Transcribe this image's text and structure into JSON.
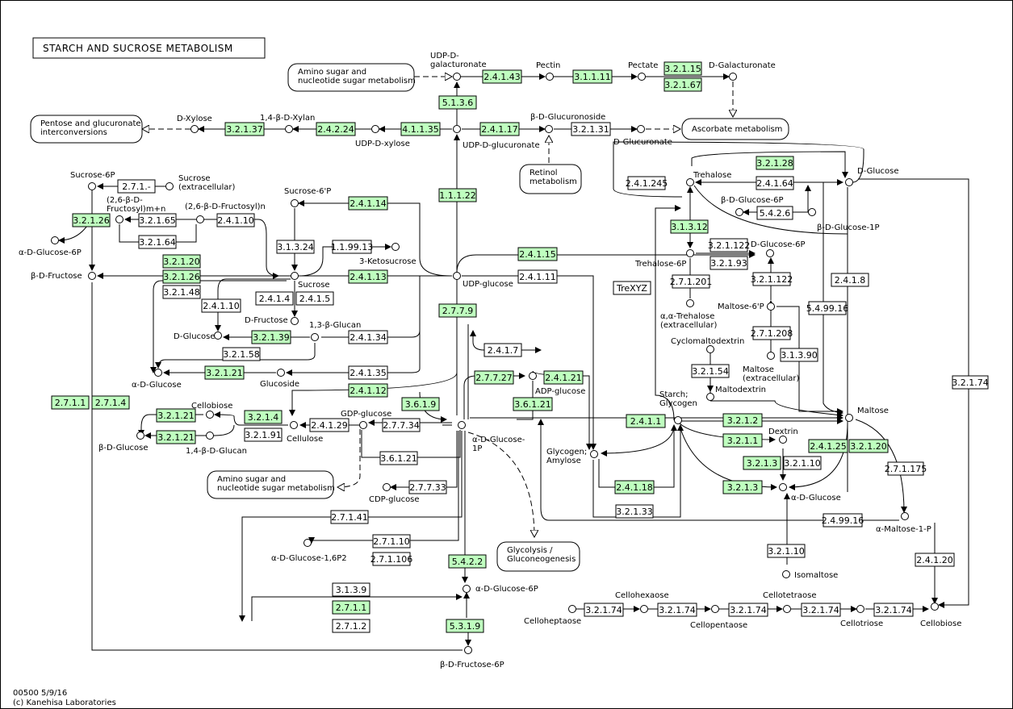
{
  "title": "STARCH AND SUCROSE METABOLISM",
  "footer": {
    "line1": "00500 5/9/16",
    "line2": "(c) Kanehisa Laboratories"
  },
  "colors": {
    "enzyme_present": "#bfffbf",
    "enzyme_absent": "#ffffff",
    "line": "#000000"
  },
  "enzymes": [
    {
      "label": "2.4.1.43",
      "g": true
    },
    {
      "label": "3.1.1.11",
      "g": true
    },
    {
      "label": "3.2.1.15",
      "g": true
    },
    {
      "label": "3.2.1.67",
      "g": true
    },
    {
      "label": "5.1.3.6",
      "g": true
    },
    {
      "label": "3.2.1.37",
      "g": true
    },
    {
      "label": "2.4.2.24",
      "g": true
    },
    {
      "label": "4.1.1.35",
      "g": true
    },
    {
      "label": "2.4.1.17",
      "g": true
    },
    {
      "label": "3.2.1.31",
      "g": false
    },
    {
      "label": "2.7.1.-",
      "g": false
    },
    {
      "label": "3.2.1.26",
      "g": true
    },
    {
      "label": "3.2.1.65",
      "g": false
    },
    {
      "label": "2.4.1.10",
      "g": false
    },
    {
      "label": "3.2.1.64",
      "g": false
    },
    {
      "label": "2.4.1.14",
      "g": true
    },
    {
      "label": "1.1.1.22",
      "g": true
    },
    {
      "label": "3.2.1.28",
      "g": true
    },
    {
      "label": "2.4.1.245",
      "g": false
    },
    {
      "label": "2.4.1.64",
      "g": false
    },
    {
      "label": "5.4.2.6",
      "g": false
    },
    {
      "label": "3.1.3.12",
      "g": true
    },
    {
      "label": "3.1.3.24",
      "g": false
    },
    {
      "label": "1.1.99.13",
      "g": false
    },
    {
      "label": "2.4.1.15",
      "g": true
    },
    {
      "label": "3.2.1.122",
      "g": false
    },
    {
      "label": "3.2.1.93",
      "g": false
    },
    {
      "label": "3.2.1.20",
      "g": true
    },
    {
      "label": "3.2.1.26",
      "g": true
    },
    {
      "label": "3.2.1.48",
      "g": false
    },
    {
      "label": "2.4.1.13",
      "g": true
    },
    {
      "label": "2.4.1.11",
      "g": false
    },
    {
      "label": "2.7.1.201",
      "g": false
    },
    {
      "label": "3.2.1.122",
      "g": false
    },
    {
      "label": "2.4.1.8",
      "g": false
    },
    {
      "label": "2.4.1.10",
      "g": false
    },
    {
      "label": "2.4.1.4",
      "g": false
    },
    {
      "label": "2.4.1.5",
      "g": false
    },
    {
      "label": "TreXYZ",
      "g": false
    },
    {
      "label": "2.7.7.9",
      "g": true
    },
    {
      "label": "5.4.99.16",
      "g": false
    },
    {
      "label": "3.2.1.39",
      "g": true
    },
    {
      "label": "2.4.1.34",
      "g": false
    },
    {
      "label": "2.7.1.208",
      "g": false
    },
    {
      "label": "3.2.1.58",
      "g": false
    },
    {
      "label": "2.4.1.7",
      "g": false
    },
    {
      "label": "3.1.3.90",
      "g": false
    },
    {
      "label": "3.2.1.21",
      "g": true
    },
    {
      "label": "2.4.1.35",
      "g": false
    },
    {
      "label": "2.7.7.27",
      "g": true
    },
    {
      "label": "2.4.1.21",
      "g": true
    },
    {
      "label": "3.2.1.54",
      "g": false
    },
    {
      "label": "2.4.1.12",
      "g": true
    },
    {
      "label": "3.6.1.21",
      "g": true
    },
    {
      "label": "3.2.1.74",
      "g": false
    },
    {
      "label": "2.7.1.1",
      "g": true
    },
    {
      "label": "2.7.1.4",
      "g": true
    },
    {
      "label": "3.6.1.9",
      "g": true
    },
    {
      "label": "3.2.1.21",
      "g": true
    },
    {
      "label": "3.2.1.4",
      "g": true
    },
    {
      "label": "2.4.1.29",
      "g": false
    },
    {
      "label": "2.7.7.34",
      "g": false
    },
    {
      "label": "2.4.1.1",
      "g": true
    },
    {
      "label": "3.2.1.2",
      "g": true
    },
    {
      "label": "3.2.1.91",
      "g": false
    },
    {
      "label": "3.2.1.21",
      "g": true
    },
    {
      "label": "3.2.1.1",
      "g": true
    },
    {
      "label": "2.4.1.25",
      "g": true
    },
    {
      "label": "3.2.1.20",
      "g": true
    },
    {
      "label": "3.6.1.21",
      "g": false
    },
    {
      "label": "3.2.1.3",
      "g": true
    },
    {
      "label": "3.2.1.10",
      "g": false
    },
    {
      "label": "2.7.1.175",
      "g": false
    },
    {
      "label": "2.7.7.33",
      "g": false
    },
    {
      "label": "2.4.1.18",
      "g": true
    },
    {
      "label": "3.2.1.3",
      "g": true
    },
    {
      "label": "3.2.1.33",
      "g": false
    },
    {
      "label": "2.7.1.41",
      "g": false
    },
    {
      "label": "2.4.99.16",
      "g": false
    },
    {
      "label": "2.7.1.10",
      "g": false
    },
    {
      "label": "2.7.1.106",
      "g": false
    },
    {
      "label": "3.2.1.10",
      "g": false
    },
    {
      "label": "2.4.1.20",
      "g": false
    },
    {
      "label": "5.4.2.2",
      "g": true
    },
    {
      "label": "3.1.3.9",
      "g": false
    },
    {
      "label": "2.7.1.1",
      "g": true
    },
    {
      "label": "2.7.1.2",
      "g": false
    },
    {
      "label": "3.2.1.74",
      "g": false
    },
    {
      "label": "3.2.1.74",
      "g": false
    },
    {
      "label": "3.2.1.74",
      "g": false
    },
    {
      "label": "3.2.1.74",
      "g": false
    },
    {
      "label": "3.2.1.74",
      "g": false
    },
    {
      "label": "5.3.1.9",
      "g": true
    }
  ],
  "compounds": [
    "UDP-D-galacturonate",
    "Pectin",
    "Pectate",
    "D-Galacturonate",
    "D-Xylose",
    "1,4-β-D-Xylan",
    "UDP-D-xylose",
    "UDP-D-glucuronate",
    "β-D-Glucuronoside",
    "D-Glucuronate",
    "Sucrose-6P",
    "Sucrose (extracellular)",
    "(2,6-β-D-Fructosyl)n",
    "(2,6-β-D-Fructosyl)m+n",
    "α-D-Glucose-6P",
    "β-D-Fructose",
    "Sucrose-6'P",
    "3-Ketosucrose",
    "Sucrose",
    "UDP-glucose",
    "D-Fructose",
    "D-Glucose",
    "1,3-β-Glucan",
    "α-D-Glucose",
    "Glucoside",
    "Cellobiose",
    "β-D-Glucose",
    "1,4-β-D-Glucan",
    "Cellulose",
    "GDP-glucose",
    "CDP-glucose",
    "α-D-Glucose-1P",
    "ADP-glucose",
    "Glycogen; Amylose",
    "α-D-Glucose-1,6P2",
    "α-D-Glucose-6P",
    "β-D-Fructose-6P",
    "Trehalose",
    "D-Glucose",
    "β-D-Glucose-6P",
    "β-D-Glucose-1P",
    "Trehalose-6P",
    "D-Glucose-6P",
    "α,α-Trehalose (extracellular)",
    "Maltose-6'P",
    "Maltose (extracellular)",
    "Cyclomaltodextrin",
    "Maltodextrin",
    "Starch; Glycogen",
    "Maltose",
    "Dextrin",
    "α-D-Glucose",
    "Isomaltose",
    "α-Maltose-1-P",
    "Cellobiose",
    "Celloheptaose",
    "Cellohexaose",
    "Cellopentaose",
    "Cellotetraose",
    "Cellotriose"
  ],
  "pathway_maps": [
    "Amino sugar and nucleotide sugar metabolism",
    "Pentose and glucuronate interconversions",
    "Ascorbate metabolism",
    "Retinol metabolism",
    "Amino sugar and nucleotide sugar metabolism",
    "Glycolysis / Gluconeogenesis"
  ]
}
